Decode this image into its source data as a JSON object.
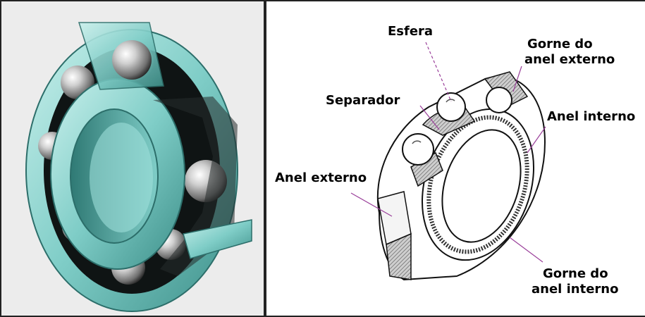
{
  "labels": {
    "esfera": "Esfera",
    "gorne_externo_line1": "Gorne do",
    "gorne_externo_line2": "anel externo",
    "separador": "Separador",
    "anel_interno": "Anel interno",
    "anel_externo": "Anel externo",
    "gorne_interno_line1": "Gorne do",
    "gorne_interno_line2": "anel interno"
  },
  "colors": {
    "ring_teal": "#8fd4cf",
    "ring_dark": "#3f8f8a",
    "ball_steel": "#b8b8b8",
    "leader_line": "#9a3f9a"
  }
}
